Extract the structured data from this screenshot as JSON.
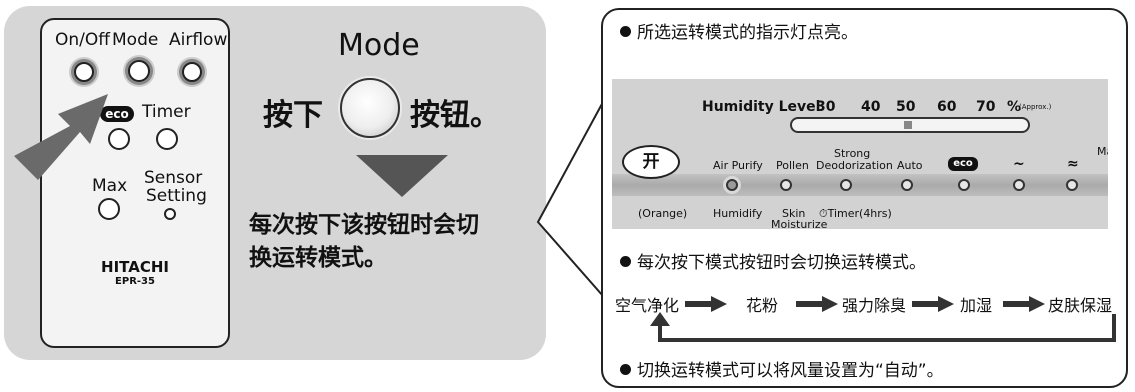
{
  "remote": {
    "label_onoff": "On/Off",
    "label_mode": "Mode",
    "label_airflow": "Airflow",
    "eco_label": "eco",
    "label_timer": "Timer",
    "label_max": "Max",
    "label_sensor_1": "Sensor",
    "label_sensor_2": "Setting",
    "brand": "HITACHI",
    "model": "EPR-35"
  },
  "instruction": {
    "mode_word": "Mode",
    "press_prefix": "按下",
    "press_suffix": "按钮。",
    "desc_line1": "每次按下该按钮时会切",
    "desc_line2": "换运转模式。"
  },
  "right": {
    "bullet1": "所选运转模式的指示灯点亮。",
    "bullet2": "每次按下模式按钮时会切换运转模式。",
    "bullet3": "切换运转模式可以将风量设置为“自动”。",
    "callout_label": "开"
  },
  "device": {
    "humidity_label": "Humidity Level",
    "humidity_ticks": [
      "30",
      "40",
      "50",
      "60",
      "70",
      "%"
    ],
    "approx": "(Approx.)",
    "modes_top": [
      "Air Purify",
      "Pollen",
      "Strong",
      "Deodorization",
      "Auto"
    ],
    "eco": "eco",
    "tilde1": "~",
    "tilde2": "≈",
    "cutoff": "Ma",
    "bottom_orange": "(Orange)",
    "bottom_humidify": "Humidify",
    "bottom_skin1": "Skin",
    "bottom_skin2": "Moisturize",
    "bottom_timer": "⏱Timer(4hrs)"
  },
  "flow": [
    "空气净化",
    "花粉",
    "强力除臭",
    "加湿",
    "皮肤保湿"
  ],
  "colors": {
    "panel_bg": "#d6d6d6",
    "device_bg": "#d2d2d2",
    "arrow": "#555555"
  }
}
